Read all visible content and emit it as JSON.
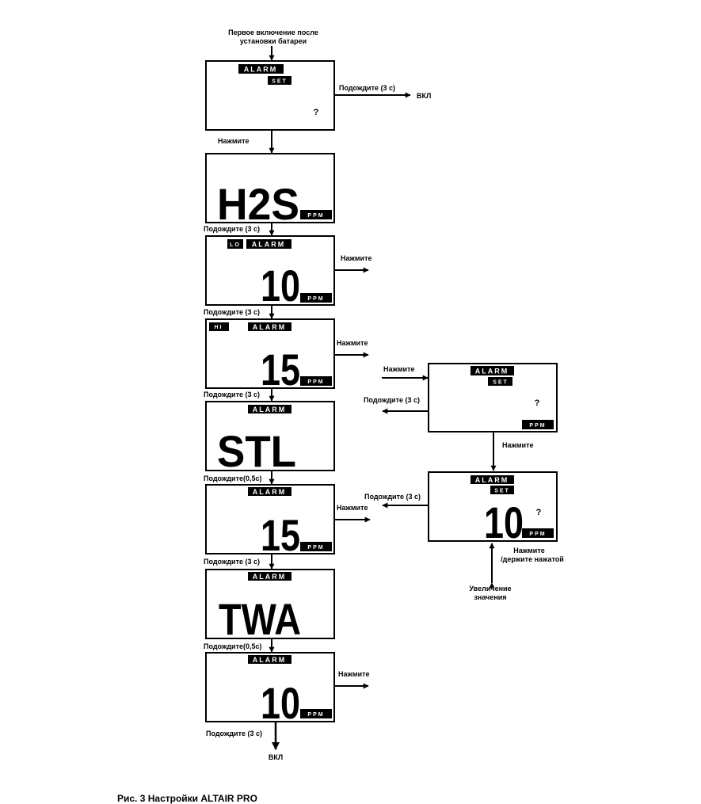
{
  "start_label": "Первое включение после\nустановки батареи",
  "figure_caption": "Рис. 3 Настройки ALTAIR PRO",
  "labels": {
    "wait3": "Подождите (3 с)",
    "wait3_compact": "Подождите (3 с)",
    "wait05": "Подождите(0,5с)",
    "press": "Нажмите",
    "on": "ВКЛ",
    "press_hold": "Нажмите\n/держите нажатой",
    "increase": "Увеличение\nзначения"
  },
  "screens": {
    "s1": {
      "alarm": "ALARM",
      "set": "SET",
      "q": "?"
    },
    "s2": {
      "digits": "H2S",
      "unit": "PPM"
    },
    "s3": {
      "lo": "LO",
      "alarm": "ALARM",
      "digits": "10",
      "unit": "PPM"
    },
    "s4": {
      "hi": "HI",
      "alarm": "ALARM",
      "digits": "15",
      "unit": "PPM"
    },
    "s5": {
      "alarm": "ALARM",
      "digits": "STL"
    },
    "s6": {
      "alarm": "ALARM",
      "digits": "15",
      "unit": "PPM"
    },
    "s7": {
      "alarm": "ALARM",
      "digits": "TWA"
    },
    "s8": {
      "alarm": "ALARM",
      "digits": "10",
      "unit": "PPM"
    },
    "r1": {
      "alarm": "ALARM",
      "set": "SET",
      "q": "?",
      "unit": "PPM"
    },
    "r2": {
      "alarm": "ALARM",
      "set": "SET",
      "digits": "10",
      "q": "?",
      "unit": "PPM"
    }
  }
}
